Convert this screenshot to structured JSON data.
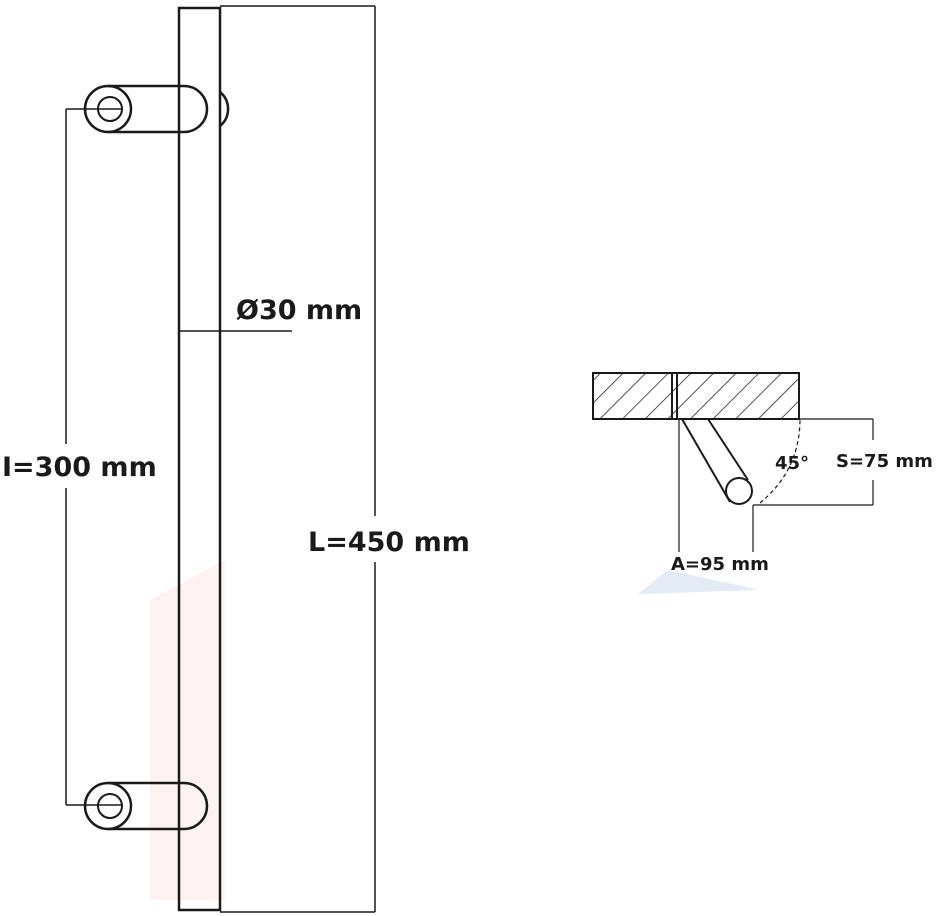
{
  "side_view": {
    "diameter_label": "Ø30 mm",
    "spacing_label": "I=300 mm",
    "length_label": "L=450 mm"
  },
  "detail_view": {
    "angle_label": "45°",
    "standoff_label": "S=75 mm",
    "offset_label": "A=95 mm"
  }
}
